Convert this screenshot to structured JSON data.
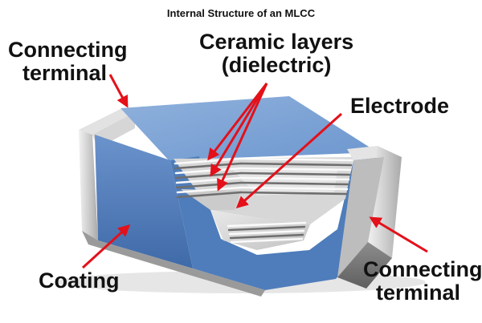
{
  "title": "Internal Structure of an MLCC",
  "labels": {
    "terminal_left_line1": "Connecting",
    "terminal_left_line2": "terminal",
    "ceramic_line1": "Ceramic layers",
    "ceramic_line2": "(dielectric)",
    "electrode": "Electrode",
    "coating": "Coating",
    "terminal_right_line1": "Connecting",
    "terminal_right_line2": "terminal"
  },
  "colors": {
    "arrow": "#e4101a",
    "coating_blue": "#5b86c2",
    "terminal_silver": "#c8c8c8"
  }
}
